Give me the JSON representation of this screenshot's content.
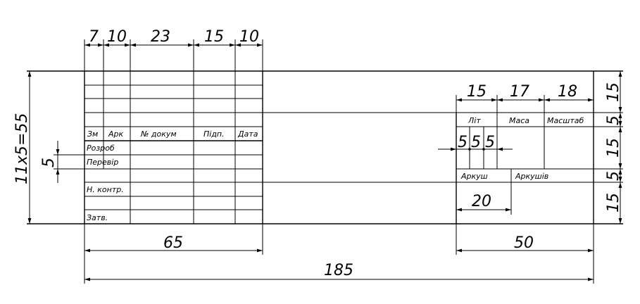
{
  "title_block": {
    "top_column_dims": [
      "7",
      "10",
      "23",
      "15",
      "10"
    ],
    "header_labels": {
      "zm": "Зм",
      "ark": "Арк",
      "doc_no": "№ докум",
      "sign": "Підп.",
      "date": "Дата"
    },
    "row_labels": {
      "developed": "Розроб",
      "checked": "Перевір",
      "norm_control": "Н. контр.",
      "approved": "Затв."
    },
    "right_labels": {
      "lit": "Літ",
      "mass": "Маса",
      "scale": "Масштаб",
      "sheet": "Аркуш",
      "sheets": "Аркушів"
    },
    "right_top_dims": [
      "15",
      "17",
      "18"
    ],
    "lit_subdims": [
      "5",
      "5",
      "5"
    ],
    "sheet_dim": "20",
    "right_side_dims": [
      "15",
      "5",
      "15",
      "5",
      "15"
    ],
    "left_side_dims": {
      "total": "11x5=55",
      "row": "5"
    },
    "bottom_dims": {
      "left_width": "65",
      "right_width": "50",
      "total_width": "185"
    }
  }
}
